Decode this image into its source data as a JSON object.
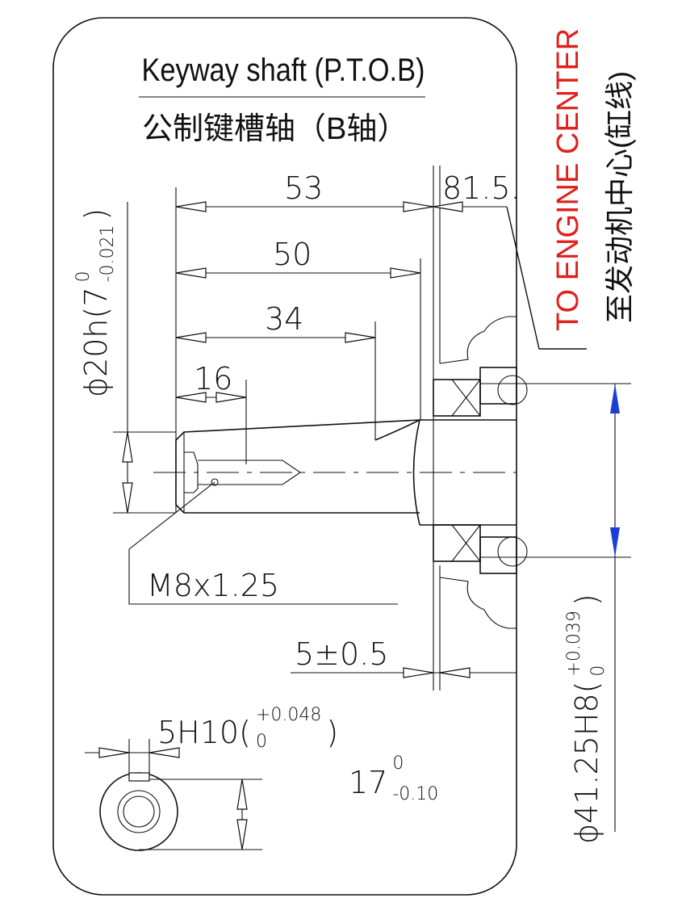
{
  "title_en": "Keyway shaft (P.T.O.B)",
  "title_cn": "公制键槽轴（B轴）",
  "dims": {
    "d53": "53",
    "d50": "50",
    "d34": "34",
    "d16": "16",
    "d81_5": "81.5.",
    "shaft_dia": "ϕ20h(7",
    "shaft_tol_upper": "0",
    "shaft_tol_lower": "-0.021",
    "shaft_tol_close": ")",
    "thread": "M8x1.25",
    "d5": "5±0.5",
    "key_width": "5H10(",
    "key_tol_upper": "+0.048",
    "key_tol_lower": "0",
    "key_tol_close": ")",
    "key_depth": "17",
    "key_depth_upper": "0",
    "key_depth_lower": "-0.10",
    "bore_dia": "ϕ41.25H8(",
    "bore_tol_upper": "+0.039",
    "bore_tol_lower": "0",
    "bore_tol_close": ")"
  },
  "engine_center_en": "TO ENGINE CENTER",
  "engine_center_cn": "至发动机中心(缸线)",
  "colors": {
    "accent_red": "#e0201c",
    "arrow_blue": "#1a3fd6"
  }
}
